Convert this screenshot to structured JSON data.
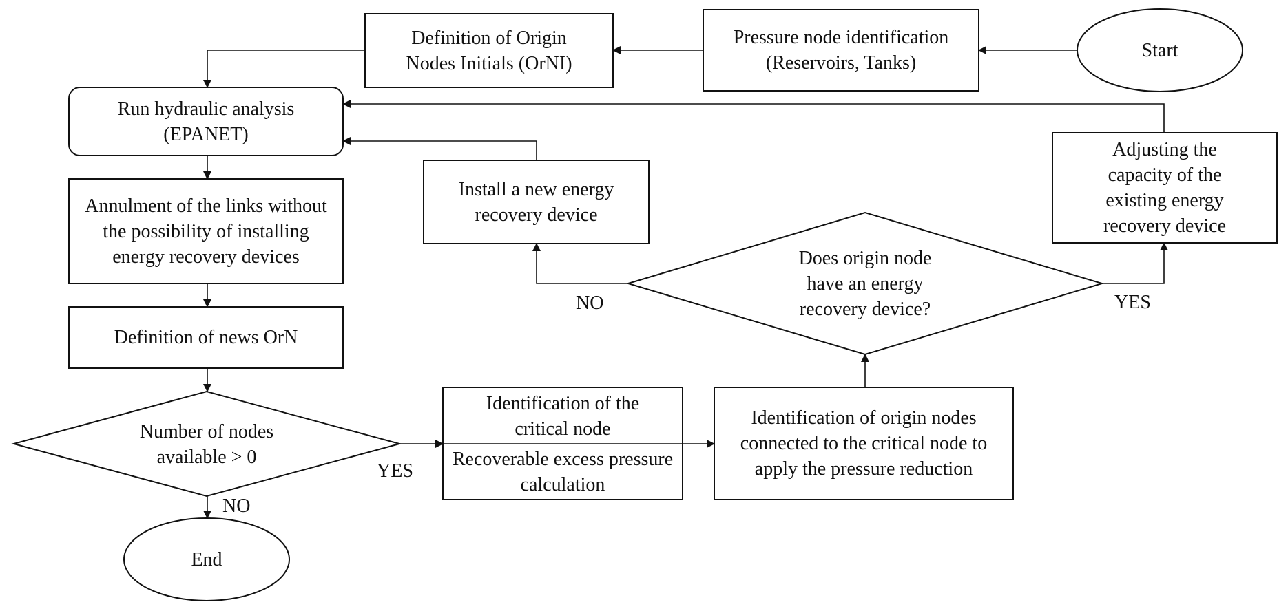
{
  "nodes": {
    "start": "Start",
    "pressure_id": "Pressure node identification (Reservoirs, Tanks)",
    "definition_orni": "Definition of Origin Nodes Initials (OrNI)",
    "run_analysis": "Run hydraulic analysis (EPANET)",
    "annulment": "Annulment of the links without the possibility of installing energy recovery devices",
    "definition_orn": "Definition of news OrN",
    "decision_nodes": "Number of nodes available > 0",
    "end": "End",
    "critical_node": "Identification of the critical node",
    "excess_pressure": "Recoverable excess pressure calculation",
    "origin_connected": "Identification of origin nodes connected to the critical node to apply the pressure reduction",
    "decision_device": "Does origin node have an energy recovery device?",
    "install_device": "Install a new energy recovery device",
    "adjust_capacity": "Adjusting the capacity of the existing energy recovery device"
  },
  "edge_labels": {
    "nodes_yes": "YES",
    "nodes_no": "NO",
    "device_no": "NO",
    "device_yes": "YES"
  }
}
